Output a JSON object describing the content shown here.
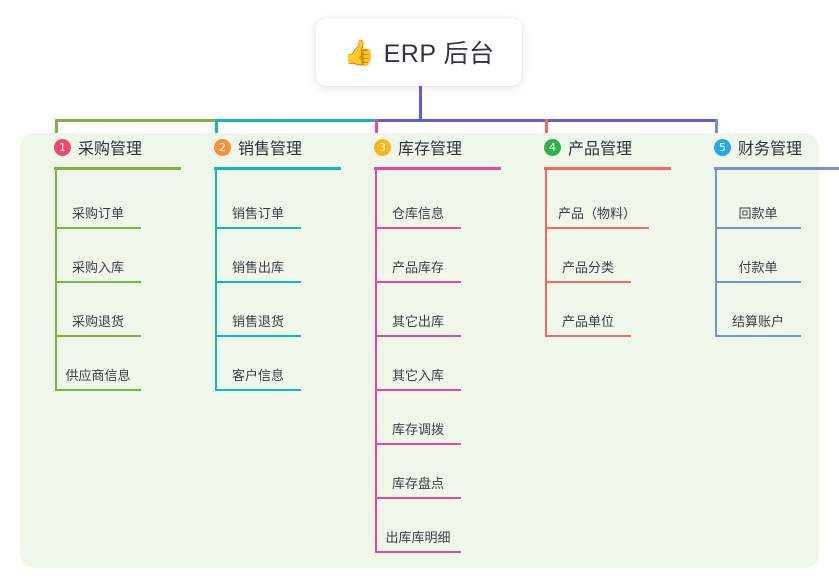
{
  "root": {
    "icon": "thumbs-up-icon",
    "emoji": "👍",
    "title": "ERP 后台"
  },
  "palette": {
    "panel_bg": "#eef7e9",
    "page_bg": "#ffffff",
    "text": "#33353c",
    "trunk": "#5b5fd0"
  },
  "columns": [
    {
      "number": "1",
      "title": "采购管理",
      "badge_color": "#f0486a",
      "line_color": "#7cb342",
      "items": [
        {
          "label": "采购订单"
        },
        {
          "label": "采购入库"
        },
        {
          "label": "采购退货"
        },
        {
          "label": "供应商信息"
        }
      ]
    },
    {
      "number": "2",
      "title": "销售管理",
      "badge_color": "#f59235",
      "line_color": "#14b8b0",
      "items": [
        {
          "label": "销售订单"
        },
        {
          "label": "销售出库"
        },
        {
          "label": "销售退货"
        },
        {
          "label": "客户信息"
        }
      ]
    },
    {
      "number": "3",
      "title": "库存管理",
      "badge_color": "#f5b719",
      "line_color": "#e64a9b",
      "items": [
        {
          "label": "仓库信息"
        },
        {
          "label": "产品库存"
        },
        {
          "label": "其它出库"
        },
        {
          "label": "其它入库"
        },
        {
          "label": "库存调拨"
        },
        {
          "label": "库存盘点"
        },
        {
          "label": "出库库明细"
        }
      ]
    },
    {
      "number": "4",
      "title": "产品管理",
      "badge_color": "#2cb34a",
      "line_color": "#f4685f",
      "items": [
        {
          "label": "产品（物料）"
        },
        {
          "label": "产品分类"
        },
        {
          "label": "产品单位"
        }
      ]
    },
    {
      "number": "5",
      "title": "财务管理",
      "badge_color": "#22aae4",
      "line_color": "#7b8fd4",
      "items": [
        {
          "label": "回款单"
        },
        {
          "label": "付款单"
        },
        {
          "label": "结算账户"
        }
      ]
    }
  ],
  "connectors": {
    "trunk_color": "#5b5fd0",
    "bar_left_color": "#7cb342",
    "bar_mid_color": "#14b8b0",
    "bar_right_color": "#5b5fd0"
  }
}
